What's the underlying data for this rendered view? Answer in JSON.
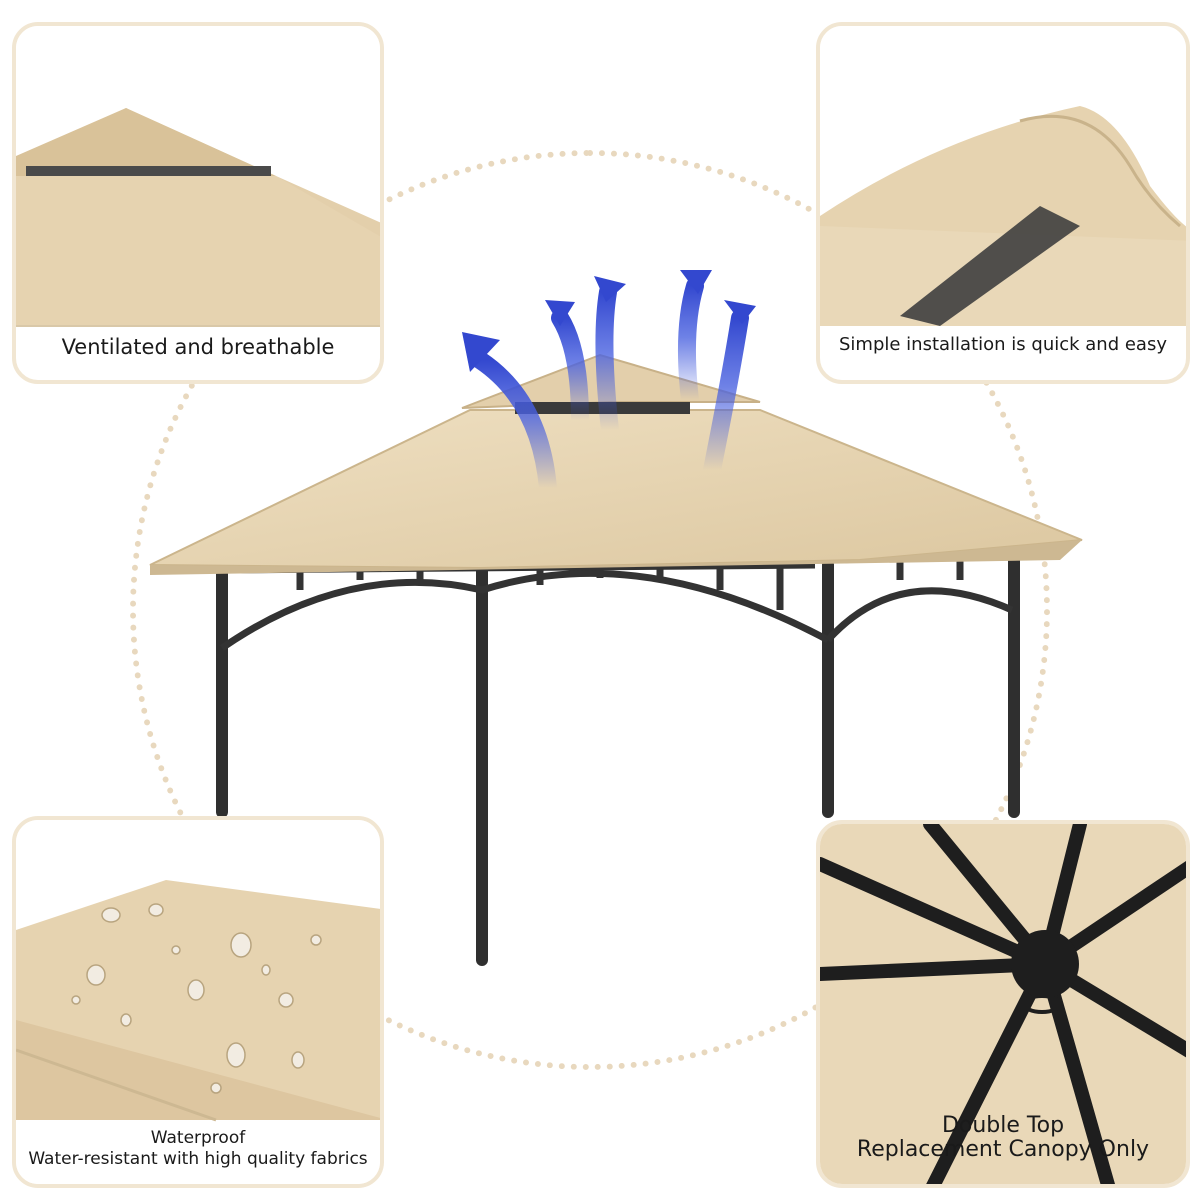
{
  "panels": {
    "top_left": {
      "caption": "Ventilated and breathable",
      "image": "vented-roof-closeup"
    },
    "top_right": {
      "caption": "Simple installation is quick and easy",
      "image": "canopy-pocket-closeup"
    },
    "bottom_left": {
      "caption_line1": "Waterproof",
      "caption_line2": "Water-resistant with high quality fabrics",
      "image": "water-droplets-fabric"
    },
    "bottom_right": {
      "caption_line1": "Double Top",
      "caption_line2": "Replacement Canopy Only",
      "image": "frame-underside-view"
    }
  },
  "center": {
    "image": "double-top-gazebo",
    "airflow": "blue-arrows"
  },
  "colors": {
    "canopy": "#e6d3b0",
    "canopy_shade": "#d7c29a",
    "frame": "#2f2f2f",
    "arrow": "#3a52d8",
    "panel_border": "#f1e6d2",
    "dots": "#e8d8be"
  }
}
